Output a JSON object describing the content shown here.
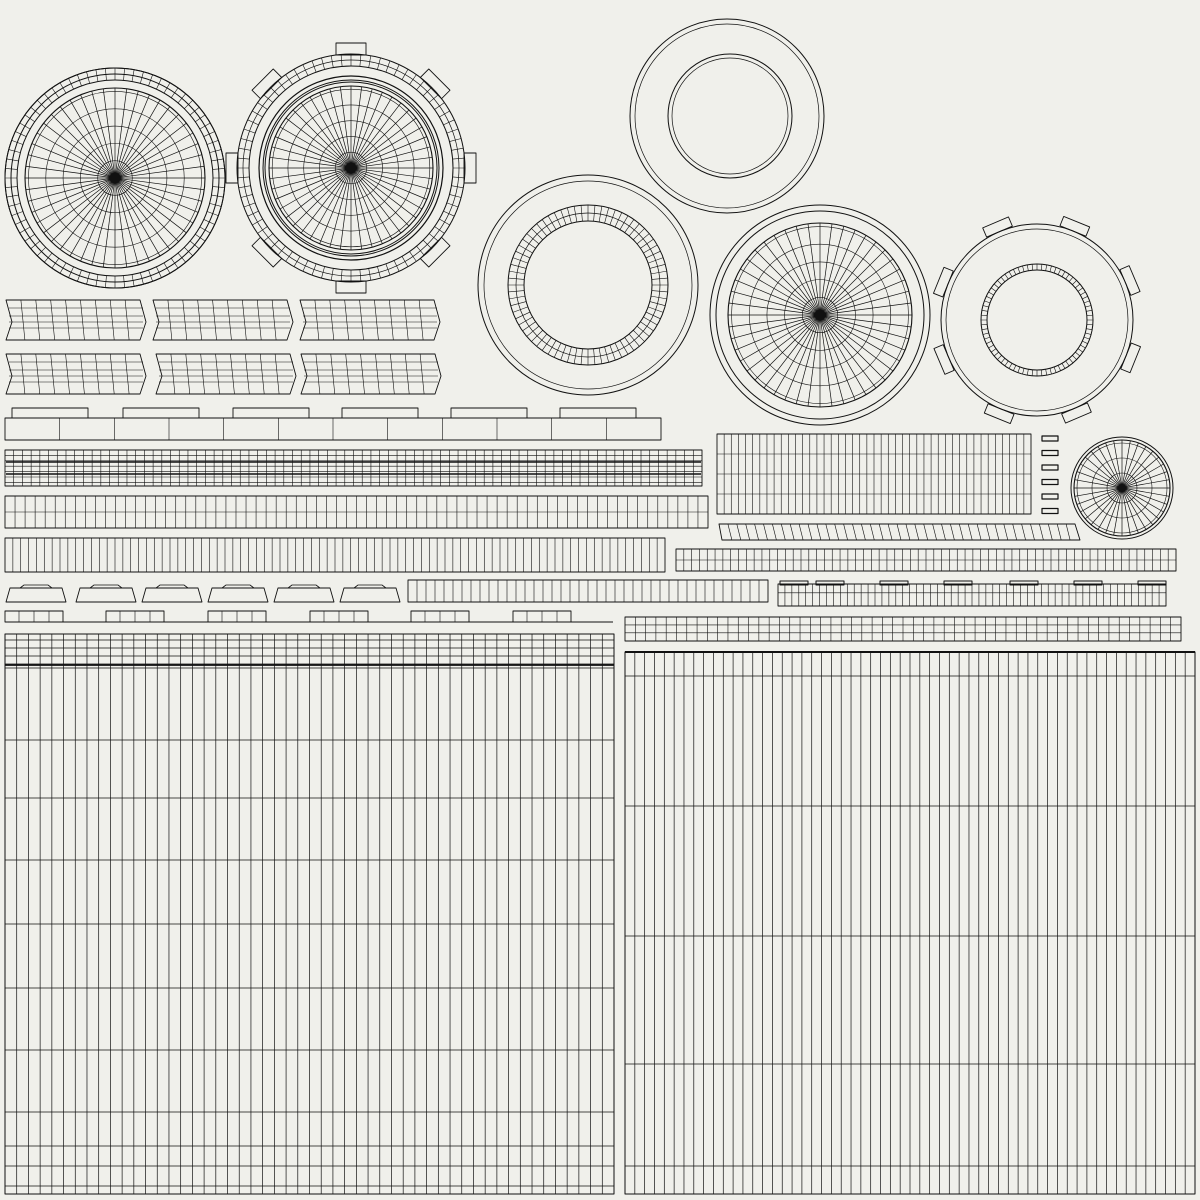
{
  "colors": {
    "background": "#f0f0eb",
    "line": "#111111"
  },
  "wheel_disc": {
    "spokes": 48,
    "spokes_small": 36,
    "rings_large": 5,
    "rings_small": 3
  },
  "tire_ring": {
    "segments": 72
  },
  "panels": {
    "left_columns": 52,
    "right_columns": 58
  }
}
